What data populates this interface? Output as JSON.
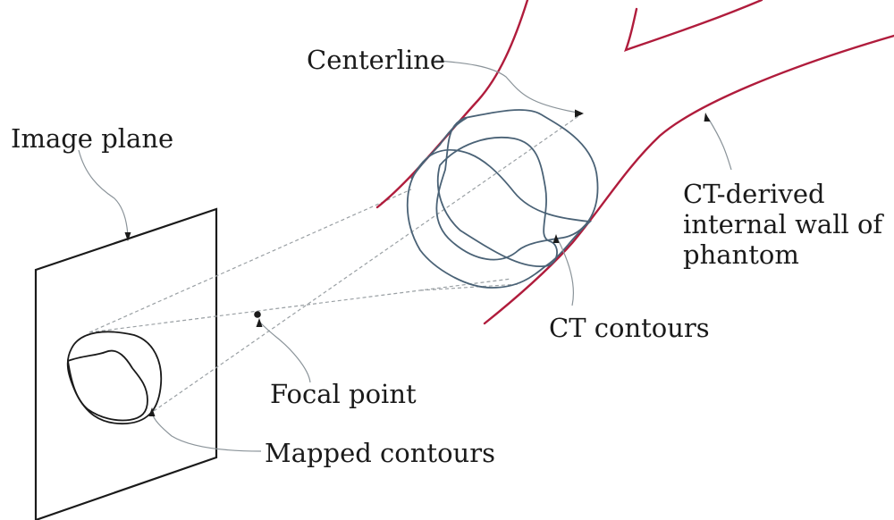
{
  "labels": {
    "image_plane": "Image plane",
    "centerline": "Centerline",
    "ct_wall": [
      "CT-derived",
      "internal wall of",
      "phantom"
    ],
    "ct_contours": "CT contours",
    "focal_point": "Focal point",
    "mapped_contours": "Mapped contours"
  },
  "colors": {
    "wall": "#b01c3c",
    "contour": "#4a6276",
    "ink": "#1a1a1a",
    "leader": "#8a9399",
    "projection": "#9aa0a4"
  }
}
